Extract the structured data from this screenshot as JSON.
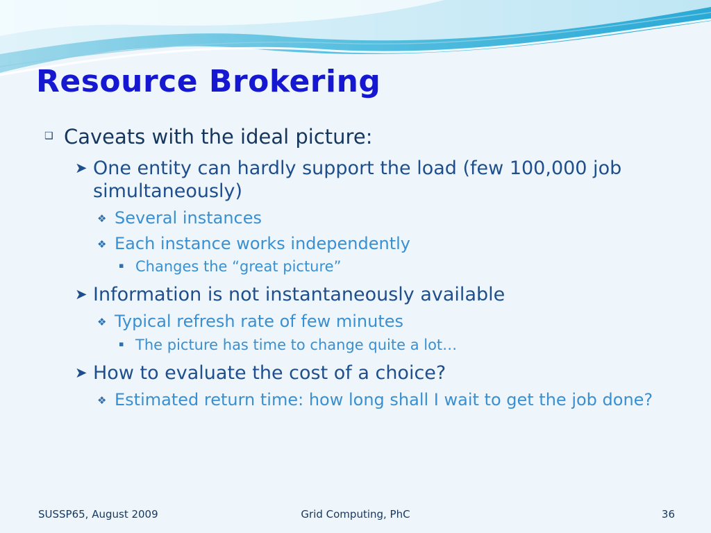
{
  "slide": {
    "title": "Resource Brokering",
    "items": [
      {
        "text": "Caveats with the ideal picture:"
      },
      {
        "text": "One entity can hardly support the load (few 100,000 job simultaneously)"
      },
      {
        "text": "Several instances"
      },
      {
        "text": "Each instance works independently"
      },
      {
        "text": "Changes the “great picture”"
      },
      {
        "text": "Information is not instantaneously available"
      },
      {
        "text": "Typical refresh rate of few minutes"
      },
      {
        "text": "The picture has time to change quite a lot…"
      },
      {
        "text": "How to evaluate the cost of a choice?"
      },
      {
        "text": "Estimated return time: how long shall I wait to get the job done?"
      }
    ]
  },
  "footer": {
    "left": "SUSSP65, August 2009",
    "center": "Grid Computing, PhC",
    "page_number": "36"
  },
  "colors": {
    "title": "#1518d0",
    "level1_text": "#17365d",
    "level2_text": "#1f4e8c",
    "level3_text": "#3a8fd0",
    "background": "#eef6fb"
  },
  "icons": {
    "level1_bullet": "square-outline-bullet-icon",
    "level2_bullet": "arrowhead-bullet-icon",
    "level3_bullet": "four-diamond-bullet-icon",
    "level4_bullet": "small-square-bullet-icon"
  }
}
